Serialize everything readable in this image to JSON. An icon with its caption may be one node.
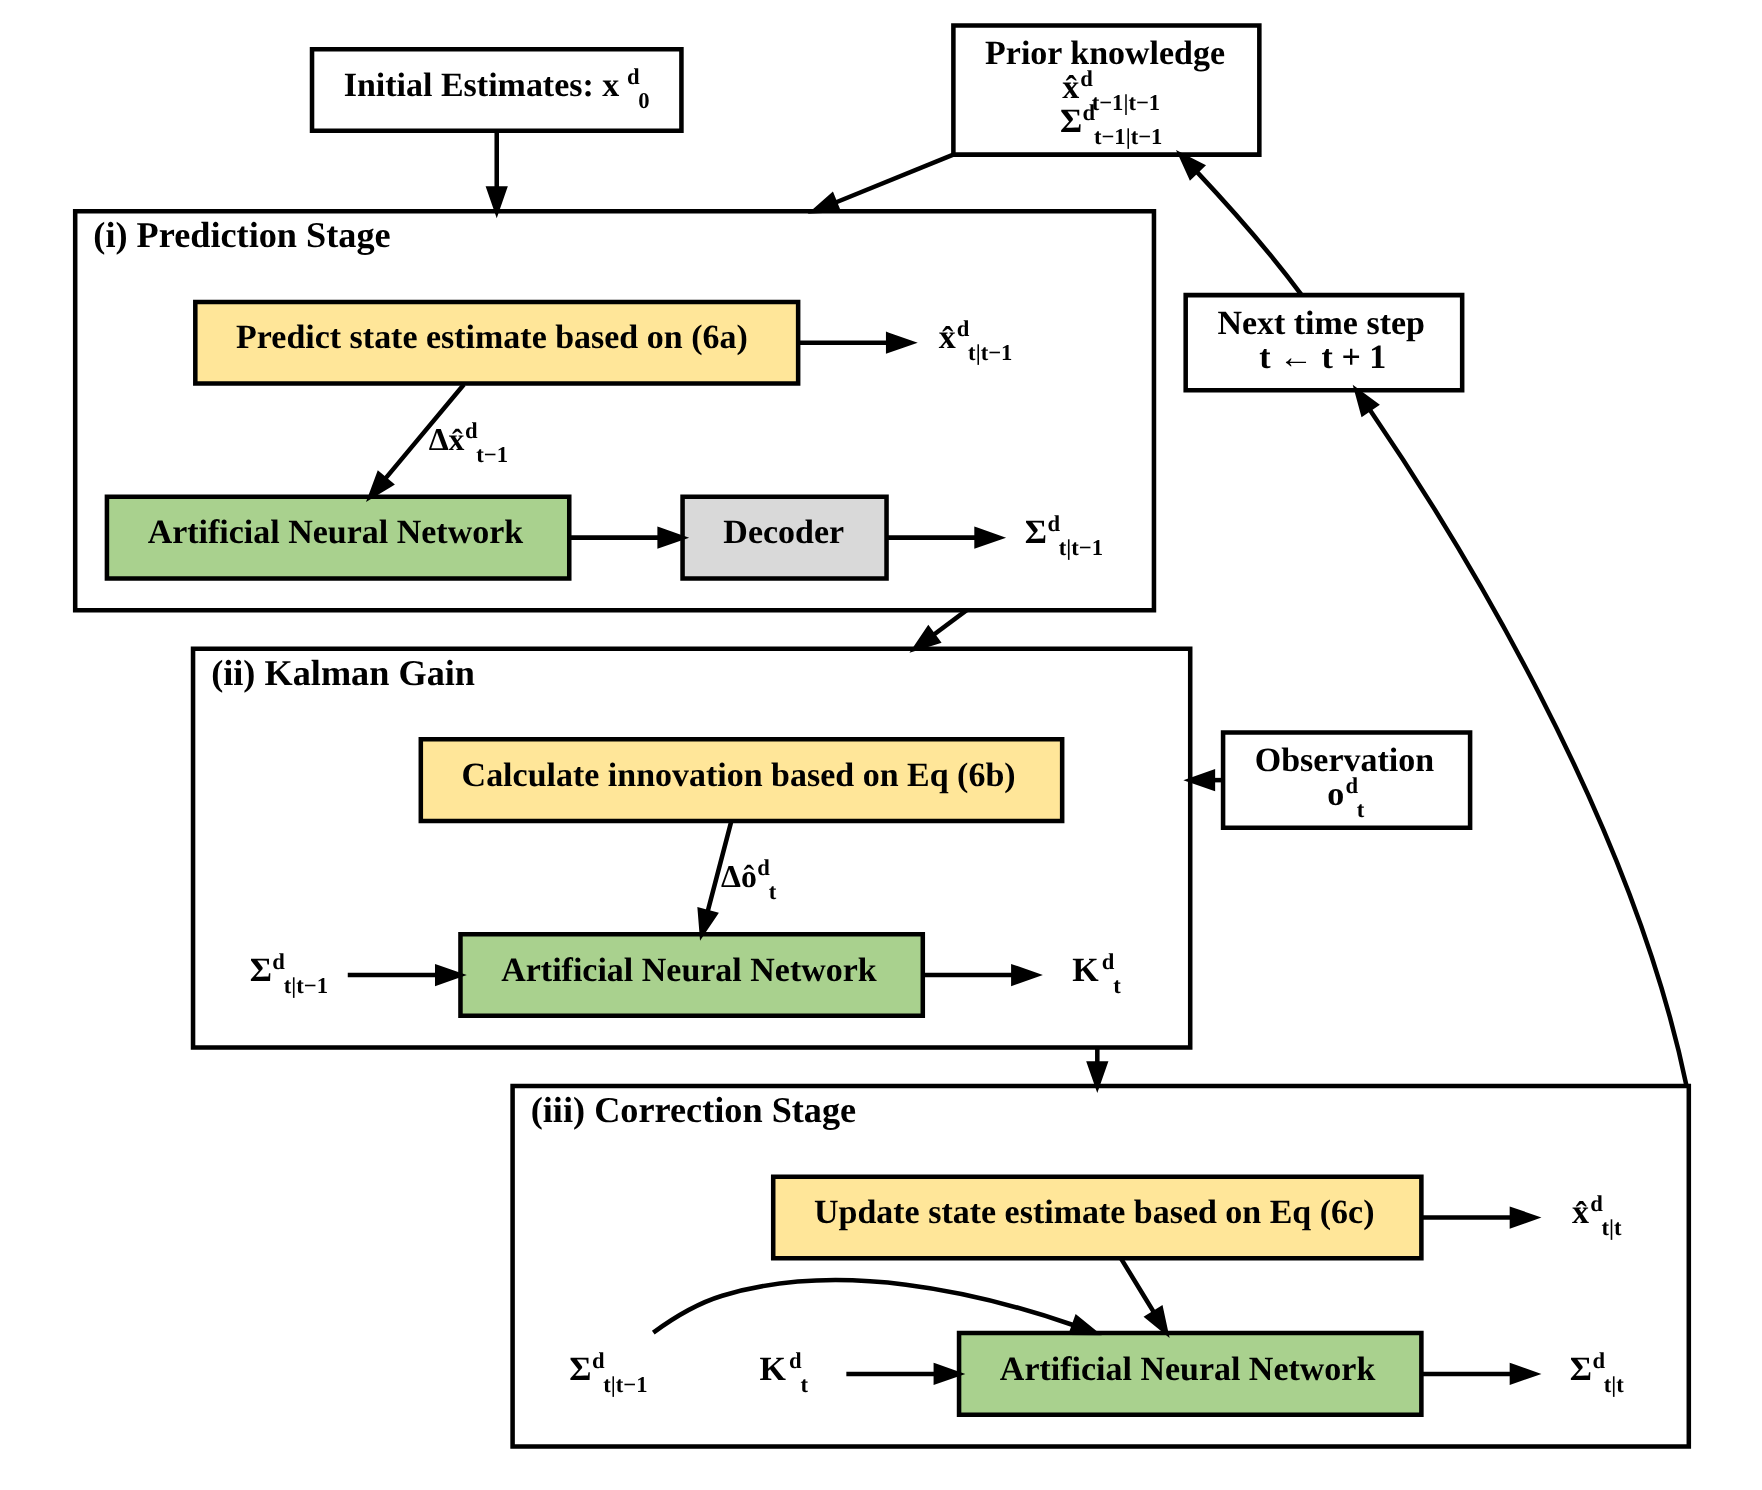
{
  "diagram": {
    "nodes": [
      {
        "text": [
          "Initial Estimates: x$^{d}$$_{0}$"
        ]
      },
      {
        "text": [
          "Prior knowledge",
          "x̂$^{d}$$_{t−1|t−1}$",
          "Σ$^{d}$$_{t−1|t−1}$"
        ]
      },
      {
        "text": [
          "(i) Prediction Stage"
        ]
      },
      {
        "text": [
          "Predict state estimate based on (6a)"
        ],
        "in": 2
      },
      {
        "text": [
          "Artificial Neural Network"
        ],
        "in": 2
      },
      {
        "text": [
          "Decoder"
        ],
        "in": 2
      },
      {
        "text": [
          "x̂$^{d}$$_{t|t−1}$"
        ],
        "in": 2
      },
      {
        "text": [
          "Σ$^{d}$$_{t|t−1}$"
        ],
        "in": 2
      },
      {
        "text": [
          "(ii) Kalman Gain"
        ]
      },
      {
        "text": [
          "Calculate innovation based on Eq (6b)"
        ],
        "in": 8
      },
      {
        "text": [
          "Σ$^{d}$$_{t|t−1}$"
        ],
        "in": 8
      },
      {
        "text": [
          "Artificial Neural Network"
        ],
        "in": 8
      },
      {
        "text": [
          "K$^{d}$$_{t}$"
        ],
        "in": 8
      },
      {
        "text": [
          "Observation",
          "o$^{d}$$_{t}$"
        ]
      },
      {
        "text": [
          "Next time step",
          "t ← t + 1"
        ]
      },
      {
        "text": [
          "(iii) Correction Stage"
        ]
      },
      {
        "text": [
          "Update state estimate based on Eq (6c)"
        ],
        "in": 15
      },
      {
        "text": [
          "x̂$^{d}$$_{t|t}$"
        ],
        "in": 15
      },
      {
        "text": [
          "K$^{d}$$_{t}$"
        ],
        "in": 15
      },
      {
        "text": [
          "Σ$^{d}$$_{t|t−1}$"
        ],
        "in": 15
      },
      {
        "text": [
          "Artificial Neural Network"
        ],
        "in": 15
      },
      {
        "text": [
          "Σ$^{d}$$_{t|t}$"
        ],
        "in": 15
      }
    ],
    "edges": [
      {
        "from": 0,
        "to": 2,
        "arrow": "to"
      },
      {
        "from": 1,
        "to": 2,
        "arrow": "to"
      },
      {
        "from": 3,
        "to": 6,
        "arrow": "to"
      },
      {
        "from": 3,
        "to": 4,
        "arrow": "to",
        "label": "Δx̂$^{d}$$_{t−1}$"
      },
      {
        "from": 4,
        "to": 5,
        "arrow": "to"
      },
      {
        "from": 5,
        "to": 7,
        "arrow": "to"
      },
      {
        "from": 2,
        "to": 8,
        "arrow": "to"
      },
      {
        "from": 9,
        "to": 11,
        "arrow": "to",
        "label": "Δô$^{d}$$_{t}$"
      },
      {
        "from": 10,
        "to": 11,
        "arrow": "to"
      },
      {
        "from": 11,
        "to": 12,
        "arrow": "to"
      },
      {
        "from": 13,
        "to": 8,
        "arrow": "to"
      },
      {
        "from": 8,
        "to": 15,
        "arrow": "to"
      },
      {
        "from": 16,
        "to": 17,
        "arrow": "to"
      },
      {
        "from": 16,
        "to": 20,
        "arrow": "to"
      },
      {
        "from": 18,
        "to": 20,
        "arrow": "to"
      },
      {
        "from": 19,
        "to": 20,
        "arrow": "to"
      },
      {
        "from": 20,
        "to": 21,
        "arrow": "to"
      },
      {
        "from": 15,
        "to": 14,
        "arrow": "to"
      },
      {
        "from": 14,
        "to": 1,
        "arrow": "to"
      }
    ]
  }
}
